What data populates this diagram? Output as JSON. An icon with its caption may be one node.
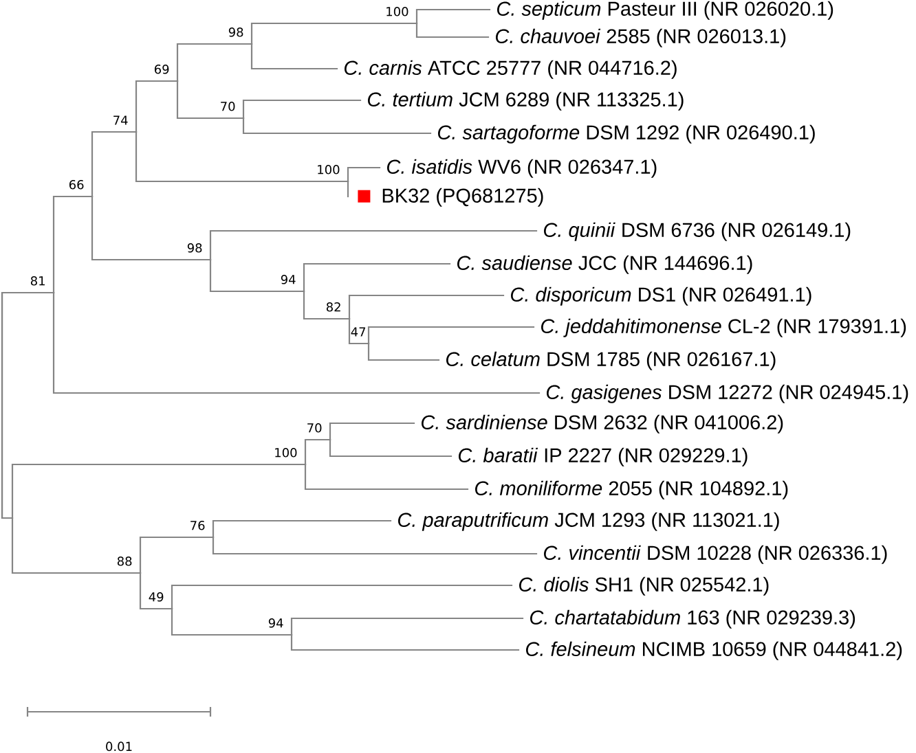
{
  "diagram": {
    "nodes": [
      {
        "text": [
          "100"
        ]
      },
      {
        "text": [
          "*C. septicum* Pasteur III (NR 026020.1)"
        ]
      },
      {
        "text": [
          "98"
        ]
      },
      {
        "text": [
          "*C. chauvoei* 2585 (NR 026013.1)"
        ]
      },
      {
        "text": [
          "69"
        ]
      },
      {
        "text": [
          "*C. carnis* ATCC 25777 (NR 044716.2)"
        ]
      },
      {
        "text": [
          "70"
        ]
      },
      {
        "text": [
          "*C. tertium* JCM 6289 (NR 113325.1)"
        ]
      },
      {
        "text": [
          "74"
        ]
      },
      {
        "text": [
          "*C. sartagoforme* DSM 1292 (NR 026490.1)"
        ]
      },
      {
        "text": [
          "100"
        ]
      },
      {
        "text": [
          "*C. isatidis* WV6 (NR 026347.1)"
        ]
      },
      {
        "text": [
          "66"
        ]
      },
      {
        "text": [
          "BK32 (PQ681275)"
        ]
      },
      {
        "text": [
          "*C. quinii* DSM 6736 (NR 026149.1)"
        ]
      },
      {
        "text": [
          "98"
        ]
      },
      {
        "text": [
          "*C. saudiense* JCC (NR 144696.1)"
        ]
      },
      {
        "text": [
          "94"
        ]
      },
      {
        "text": [
          "81"
        ]
      },
      {
        "text": [
          "*C. disporicum* DS1 (NR 026491.1)"
        ]
      },
      {
        "text": [
          "82"
        ]
      },
      {
        "text": [
          "47"
        ]
      },
      {
        "text": [
          "*C. jeddahitimonense* CL-2 (NR 179391.1)"
        ]
      },
      {
        "text": [
          "*C. celatum* DSM 1785 (NR 026167.1)"
        ]
      },
      {
        "text": [
          "*C. gasigenes* DSM 12272 (NR 024945.1)"
        ]
      },
      {
        "text": [
          "70"
        ]
      },
      {
        "text": [
          "*C. sardiniense* DSM 2632 (NR 041006.2)"
        ]
      },
      {
        "text": [
          "100"
        ]
      },
      {
        "text": [
          "*C. baratii* IP 2227 (NR 029229.1)"
        ]
      },
      {
        "text": [
          "*C. moniliforme* 2055 (NR 104892.1)"
        ]
      },
      {
        "text": [
          "76"
        ]
      },
      {
        "text": [
          "*C. paraputrificum* JCM 1293 (NR 113021.1)"
        ]
      },
      {
        "text": [
          "*C. vincentii* DSM 10228 (NR 026336.1)"
        ]
      },
      {
        "text": [
          "88"
        ]
      },
      {
        "text": [
          "*C. diolis* SH1 (NR 025542.1)"
        ]
      },
      {
        "text": [
          "49"
        ]
      },
      {
        "text": [
          "94"
        ]
      },
      {
        "text": [
          "*C. chartatabidum* 163 (NR 029239.3)"
        ]
      },
      {
        "text": [
          "*C. felsineum* NCIMB 10659 (NR 044841.2)"
        ]
      }
    ],
    "edges": [
      {
        "from": 18,
        "to": 12,
        "arrow": "none"
      },
      {
        "from": 18,
        "to": 24,
        "arrow": "none"
      },
      {
        "from": 12,
        "to": 8,
        "arrow": "none"
      },
      {
        "from": 12,
        "to": 15,
        "arrow": "none"
      },
      {
        "from": 8,
        "to": 4,
        "arrow": "none"
      },
      {
        "from": 8,
        "to": 10,
        "arrow": "none"
      },
      {
        "from": 4,
        "to": 2,
        "arrow": "none"
      },
      {
        "from": 4,
        "to": 6,
        "arrow": "none"
      },
      {
        "from": 2,
        "to": 0,
        "arrow": "none"
      },
      {
        "from": 2,
        "to": 5,
        "arrow": "none"
      },
      {
        "from": 0,
        "to": 1,
        "arrow": "none"
      },
      {
        "from": 0,
        "to": 3,
        "arrow": "none"
      },
      {
        "from": 6,
        "to": 7,
        "arrow": "none"
      },
      {
        "from": 6,
        "to": 9,
        "arrow": "none"
      },
      {
        "from": 10,
        "to": 11,
        "arrow": "none"
      },
      {
        "from": 10,
        "to": 13,
        "arrow": "none"
      },
      {
        "from": 15,
        "to": 14,
        "arrow": "none"
      },
      {
        "from": 15,
        "to": 17,
        "arrow": "none"
      },
      {
        "from": 17,
        "to": 16,
        "arrow": "none"
      },
      {
        "from": 17,
        "to": 20,
        "arrow": "none"
      },
      {
        "from": 20,
        "to": 19,
        "arrow": "none"
      },
      {
        "from": 20,
        "to": 21,
        "arrow": "none"
      },
      {
        "from": 21,
        "to": 22,
        "arrow": "none"
      },
      {
        "from": 21,
        "to": 23,
        "arrow": "none"
      },
      {
        "from": 18,
        "to": 27,
        "arrow": "none"
      },
      {
        "from": 18,
        "to": 33,
        "arrow": "none"
      },
      {
        "from": 27,
        "to": 25,
        "arrow": "none"
      },
      {
        "from": 27,
        "to": 29,
        "arrow": "none"
      },
      {
        "from": 25,
        "to": 26,
        "arrow": "none"
      },
      {
        "from": 25,
        "to": 28,
        "arrow": "none"
      },
      {
        "from": 33,
        "to": 30,
        "arrow": "none"
      },
      {
        "from": 33,
        "to": 35,
        "arrow": "none"
      },
      {
        "from": 30,
        "to": 31,
        "arrow": "none"
      },
      {
        "from": 30,
        "to": 32,
        "arrow": "none"
      },
      {
        "from": 35,
        "to": 34,
        "arrow": "none"
      },
      {
        "from": 35,
        "to": 36,
        "arrow": "none"
      },
      {
        "from": 36,
        "to": 37,
        "arrow": "none"
      },
      {
        "from": 36,
        "to": 38,
        "arrow": "none"
      }
    ],
    "labels": [
      "0.01"
    ]
  }
}
